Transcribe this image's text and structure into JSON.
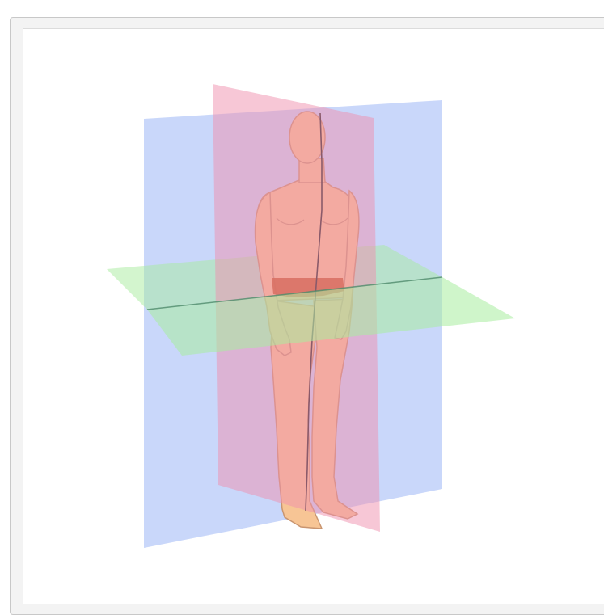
{
  "figure": {
    "icon": "anatomical-planes-illustration",
    "planes": [
      {
        "name": "coronal-plane",
        "color": "#9db6f5"
      },
      {
        "name": "sagittal-plane",
        "color": "#f08fae"
      },
      {
        "name": "transverse-plane",
        "color": "#a8ec9e"
      }
    ],
    "colors": {
      "skin": "#f7c595",
      "skin_outline": "#c99570",
      "underwear": "#c2531c",
      "frame_border": "#c8c8c8"
    }
  }
}
